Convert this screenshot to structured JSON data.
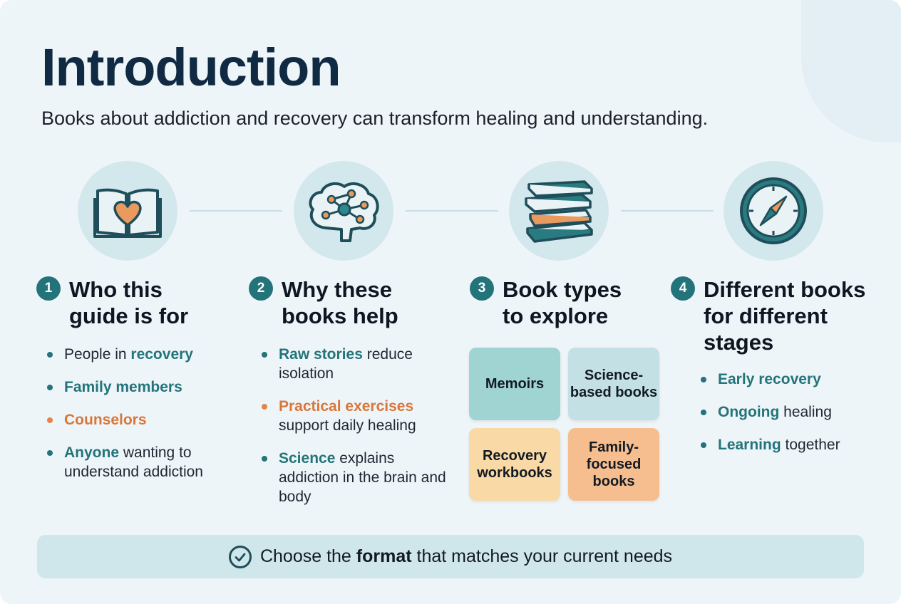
{
  "title": "Introduction",
  "subtitle": "Books about addiction and recovery can transform healing and understanding.",
  "icons": [
    "open-book-heart-icon",
    "brain-network-icon",
    "book-stack-icon",
    "compass-icon"
  ],
  "colors": {
    "teal": "#23747a",
    "orange": "#d9773a",
    "navy": "#102a43"
  },
  "sections": [
    {
      "number": "1",
      "title_lines": [
        "Who this",
        "guide is for"
      ],
      "items": [
        {
          "before": "People in ",
          "highlight": "recovery",
          "after": "",
          "color": "teal"
        },
        {
          "before": "",
          "highlight": "Family members",
          "after": "",
          "color": "teal"
        },
        {
          "before": "",
          "highlight": "Counselors",
          "after": "",
          "color": "orange"
        },
        {
          "before": "",
          "highlight": "Anyone",
          "after": " wanting to understand addiction",
          "color": "teal"
        }
      ]
    },
    {
      "number": "2",
      "title_lines": [
        "Why these",
        "books help"
      ],
      "items": [
        {
          "before": "",
          "highlight": "Raw stories",
          "after": " reduce isolation",
          "color": "teal"
        },
        {
          "before": "",
          "highlight": "Practical exercises",
          "after": " support daily healing",
          "color": "orange"
        },
        {
          "before": "",
          "highlight": "Science",
          "after": " explains addiction in the brain and body",
          "color": "teal"
        }
      ]
    },
    {
      "number": "3",
      "title_lines": [
        "Book types",
        "to explore"
      ],
      "tiles": [
        "Memoirs",
        "Science-based books",
        "Recovery workbooks",
        "Family-focused books"
      ]
    },
    {
      "number": "4",
      "title_lines": [
        "Different books",
        "for different",
        "stages"
      ],
      "items": [
        {
          "before": "",
          "highlight": "Early recovery",
          "after": "",
          "color": "teal"
        },
        {
          "before": "",
          "highlight": "Ongoing",
          "after": " healing",
          "color": "teal"
        },
        {
          "before": "",
          "highlight": "Learning",
          "after": " together",
          "color": "teal"
        }
      ]
    }
  ],
  "footer": {
    "before": "Choose the ",
    "bold": "format",
    "after": " that matches your current needs",
    "icon": "check-circle-icon"
  }
}
